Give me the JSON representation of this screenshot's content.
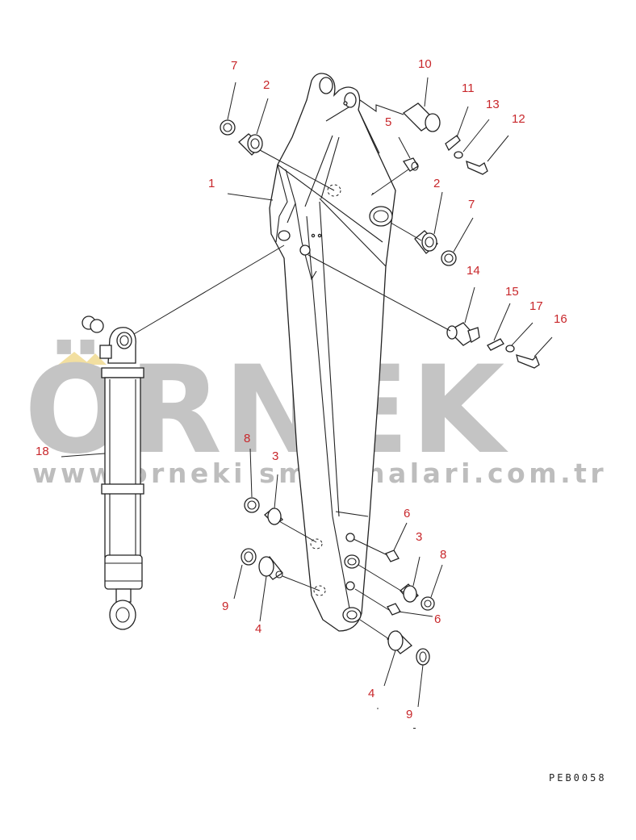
{
  "drawing": {
    "code": "PEB0058",
    "watermark_brand": "ÖRNEK",
    "watermark_url": "www.orneki smakinalari.com.tr"
  },
  "labels": [
    {
      "id": "1",
      "text": "1"
    },
    {
      "id": "2a",
      "text": "2"
    },
    {
      "id": "2b",
      "text": "2"
    },
    {
      "id": "3a",
      "text": "3"
    },
    {
      "id": "3b",
      "text": "3"
    },
    {
      "id": "4a",
      "text": "4"
    },
    {
      "id": "4b",
      "text": "4"
    },
    {
      "id": "5",
      "text": "5"
    },
    {
      "id": "6a",
      "text": "6"
    },
    {
      "id": "6b",
      "text": "6"
    },
    {
      "id": "7a",
      "text": "7"
    },
    {
      "id": "7b",
      "text": "7"
    },
    {
      "id": "8a",
      "text": "8"
    },
    {
      "id": "8b",
      "text": "8"
    },
    {
      "id": "9a",
      "text": "9"
    },
    {
      "id": "9b",
      "text": "9"
    },
    {
      "id": "10",
      "text": "10"
    },
    {
      "id": "11",
      "text": "11"
    },
    {
      "id": "12",
      "text": "12"
    },
    {
      "id": "13",
      "text": "13"
    },
    {
      "id": "14",
      "text": "14"
    },
    {
      "id": "15",
      "text": "15"
    },
    {
      "id": "16",
      "text": "16"
    },
    {
      "id": "17",
      "text": "17"
    },
    {
      "id": "18",
      "text": "18"
    }
  ],
  "colors": {
    "label": "#c8272b",
    "line": "#222222",
    "watermark": "#c4c4c4",
    "watermark_accent": "#f2dfa0"
  }
}
